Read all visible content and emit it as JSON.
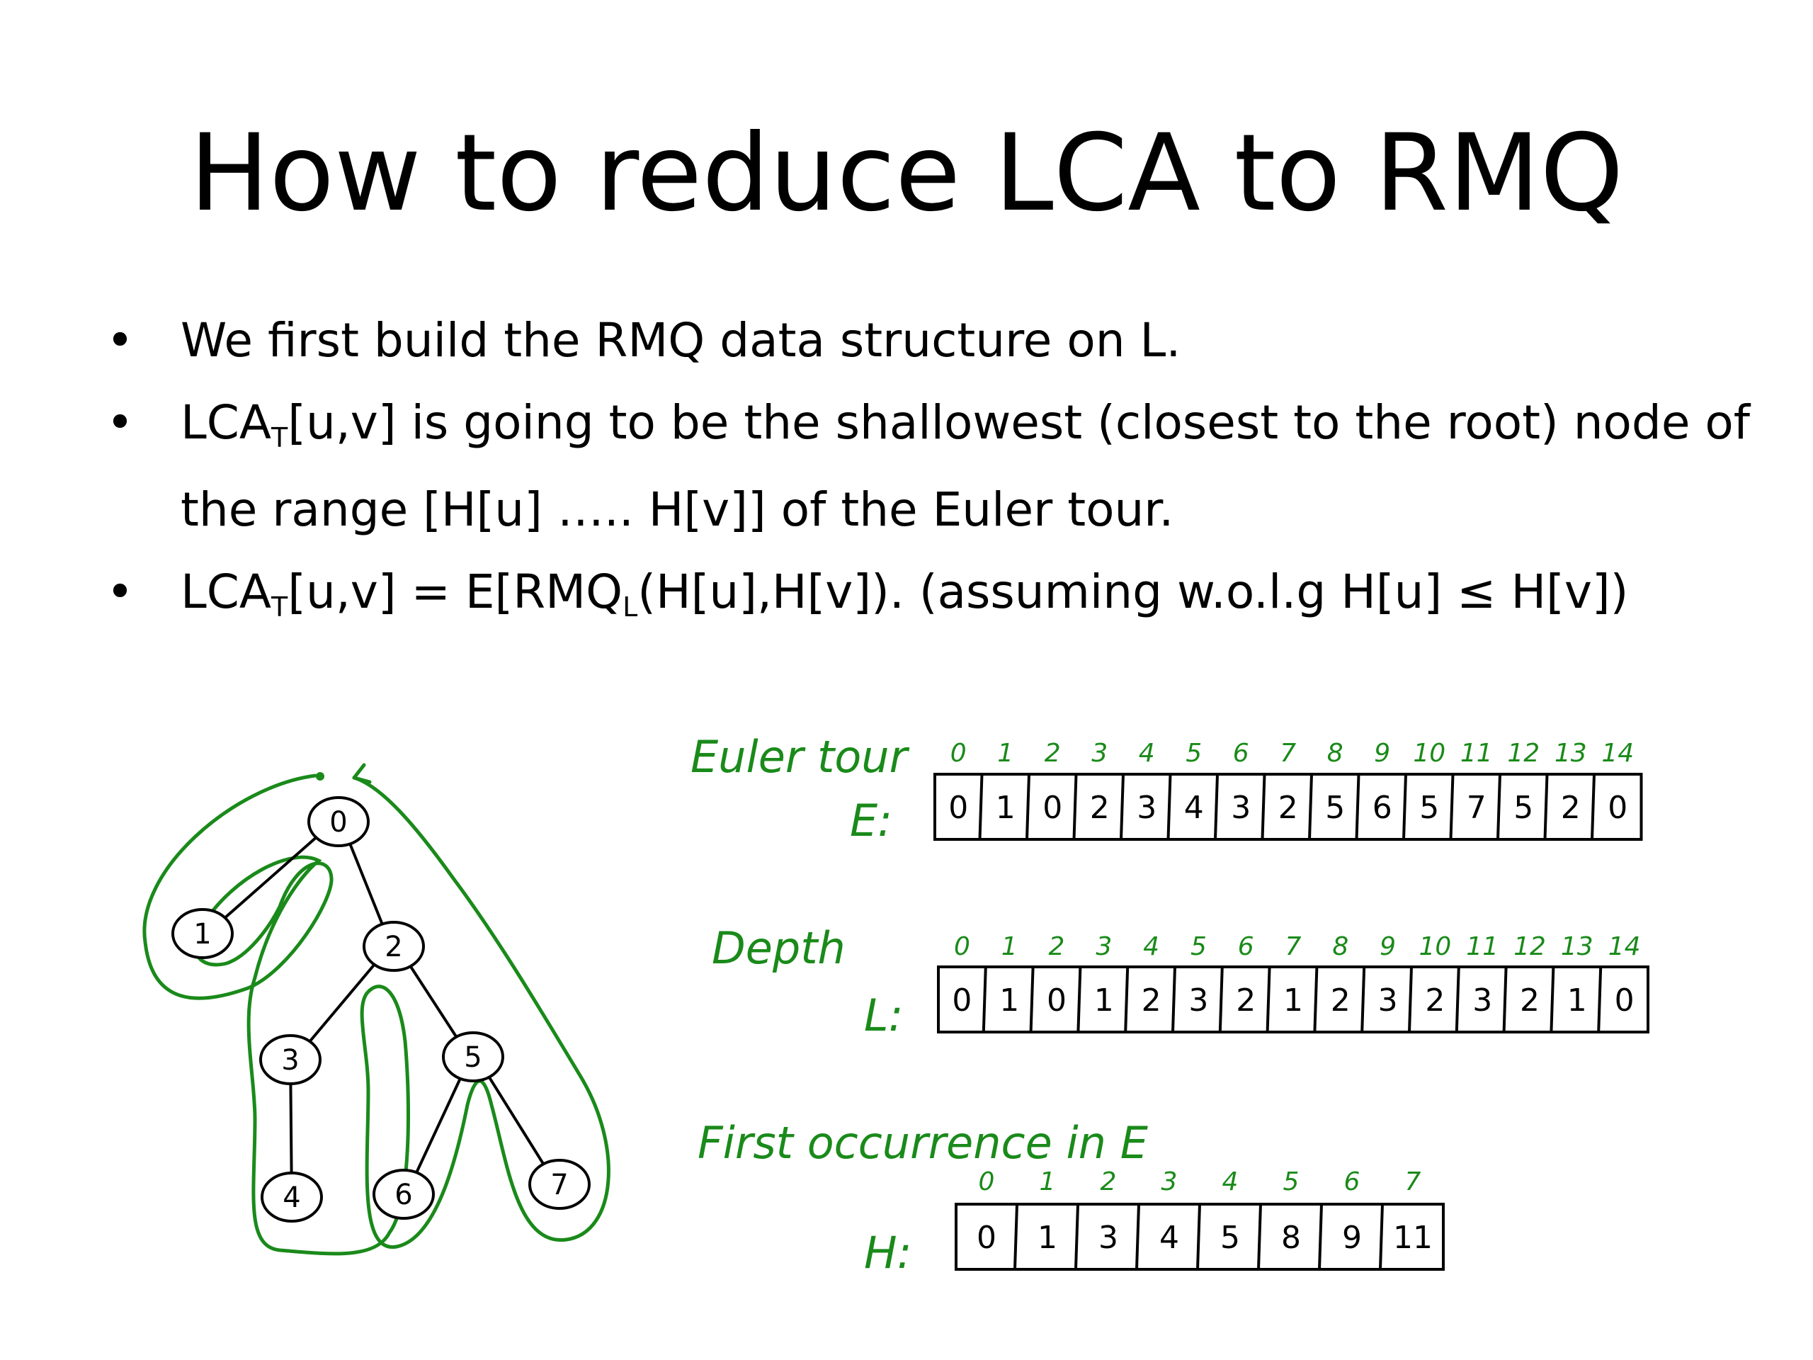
{
  "slide": {
    "title": "How to reduce LCA to RMQ",
    "bullet_glyph": "•",
    "bullets": [
      {
        "text": "We first build the RMQ data structure on L."
      },
      {
        "pre": "LCA",
        "sub": "T",
        "post": "[u,v] is going to be the shallowest (closest to the root) node of the range [H[u] ….. H[v]] of the Euler tour."
      },
      {
        "pre": "LCA",
        "sub": "T",
        "mid": "[u,v] = E[RMQ",
        "sub2": "L",
        "post": "(H[u],H[v]). (assuming w.o.l.g H[u] ≤ H[v])"
      }
    ]
  },
  "diagram": {
    "ink_black": "#000000",
    "ink_green": "#1a8a1a",
    "tree": {
      "nodes": [
        "0",
        "1",
        "2",
        "3",
        "4",
        "5",
        "6",
        "7"
      ],
      "edges": [
        [
          "0",
          "1"
        ],
        [
          "0",
          "2"
        ],
        [
          "2",
          "3"
        ],
        [
          "3",
          "4"
        ],
        [
          "2",
          "5"
        ],
        [
          "5",
          "6"
        ],
        [
          "5",
          "7"
        ]
      ]
    },
    "arrays": [
      {
        "caption": "Euler tour",
        "name": "E:",
        "indices": [
          "0",
          "1",
          "2",
          "3",
          "4",
          "5",
          "6",
          "7",
          "8",
          "9",
          "10",
          "11",
          "12",
          "13",
          "14"
        ],
        "values": [
          "0",
          "1",
          "0",
          "2",
          "3",
          "4",
          "3",
          "2",
          "5",
          "6",
          "5",
          "7",
          "5",
          "2",
          "0"
        ]
      },
      {
        "caption": "Depth",
        "name": "L:",
        "indices": [
          "0",
          "1",
          "2",
          "3",
          "4",
          "5",
          "6",
          "7",
          "8",
          "9",
          "10",
          "11",
          "12",
          "13",
          "14"
        ],
        "values": [
          "0",
          "1",
          "0",
          "1",
          "2",
          "3",
          "2",
          "1",
          "2",
          "3",
          "2",
          "3",
          "2",
          "1",
          "0"
        ]
      },
      {
        "caption": "First occurrence in E",
        "name": "H:",
        "indices": [
          "0",
          "1",
          "2",
          "3",
          "4",
          "5",
          "6",
          "7"
        ],
        "values": [
          "0",
          "1",
          "3",
          "4",
          "5",
          "8",
          "9",
          "11"
        ]
      }
    ]
  }
}
